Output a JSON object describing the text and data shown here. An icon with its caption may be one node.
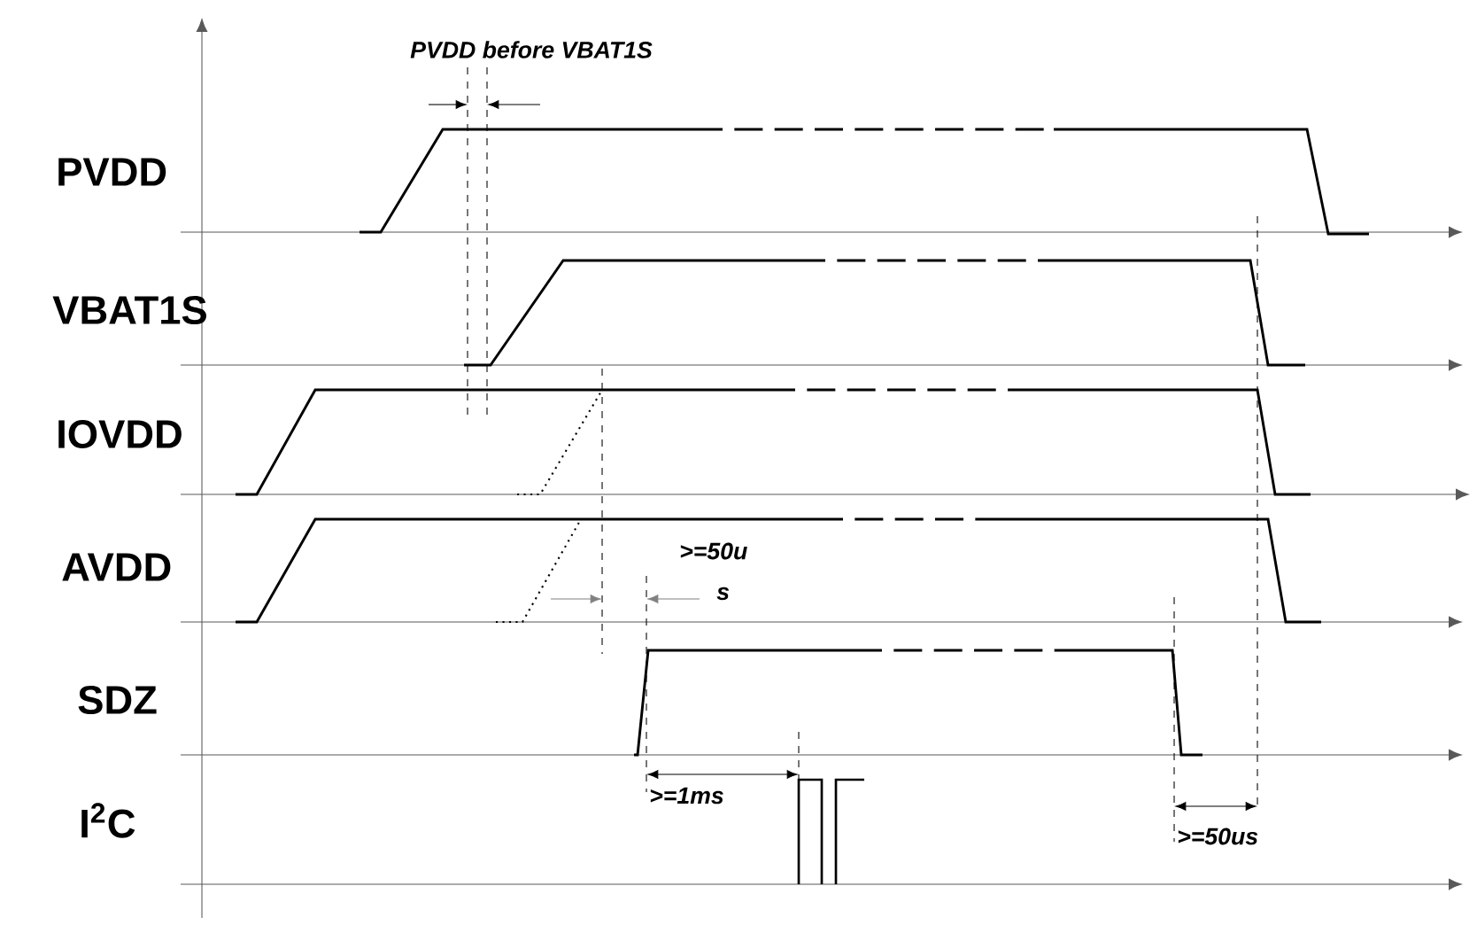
{
  "diagram": {
    "labels": [
      "PVDD before VBAT1S",
      "PVDD",
      "VBAT1S",
      "IOVDD",
      "AVDD",
      ">=50u",
      "s",
      "SDZ",
      ">=1ms",
      "I$^{2}$C",
      ">=50us"
    ]
  }
}
